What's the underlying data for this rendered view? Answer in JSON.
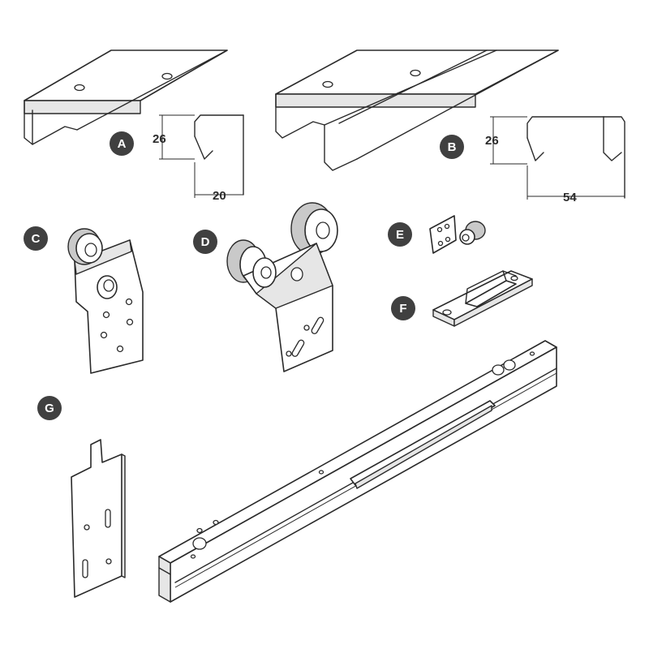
{
  "labels": {
    "a": "A",
    "b": "B",
    "c": "C",
    "d": "D",
    "e": "E",
    "f": "F",
    "g": "G"
  },
  "dimensions": {
    "a_height": "26",
    "a_width": "20",
    "b_height": "26",
    "b_width": "54"
  },
  "colors": {
    "stroke": "#2a2a2a",
    "badge": "#404040",
    "fill": "#ffffff"
  }
}
